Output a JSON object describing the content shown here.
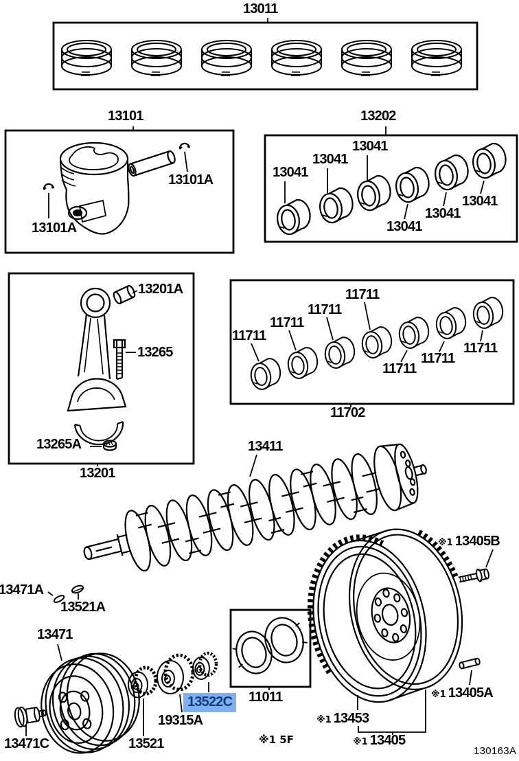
{
  "diagram": {
    "ring_set": {
      "label": "13011"
    },
    "piston": {
      "label": "13101",
      "snap_ring_label": "13101A"
    },
    "main_bearings": {
      "label": "13202",
      "bearing_label": "13041"
    },
    "connecting_rod": {
      "label": "13201",
      "bushing_label": "13201A",
      "bolt_label": "13265",
      "nut_label": "13265A"
    },
    "crank_bearings": {
      "label": "11702",
      "bearing_label": "11711"
    },
    "crankshaft": {
      "label": "13411"
    },
    "pulley": {
      "label": "13471",
      "bolt_label": "13471C",
      "key_label": "13471A",
      "washer_label": "13521A"
    },
    "timing_gear": {
      "label": "13521"
    },
    "timing_rotor": {
      "label": "19315A"
    },
    "selected_gear": {
      "label": "13522C"
    },
    "oil_seal_retainer": {
      "label": "11011"
    },
    "flywheel": {
      "ref_prefix": "※1",
      "label": "13405",
      "bolt_label": "13405B",
      "pin_label": "13405A",
      "ring_gear_label": "13453"
    },
    "footnote": "※1 5F",
    "drawing_code": "130163A"
  },
  "colors": {
    "line": "#000000",
    "background": "#ffffff",
    "highlight_bg": "#7fb0f0",
    "highlight_text": "#123c80"
  }
}
